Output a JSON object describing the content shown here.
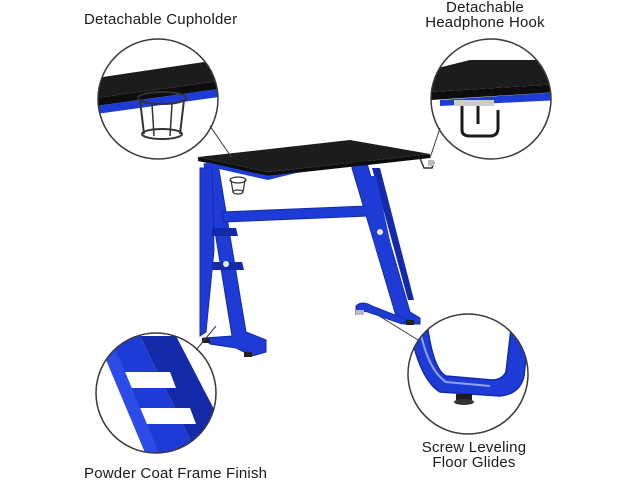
{
  "callouts": {
    "cupholder": {
      "line1": "Detachable Cupholder"
    },
    "hook": {
      "line1": "Detachable",
      "line2": "Headphone Hook"
    },
    "frame": {
      "line1": "Powder Coat Frame Finish"
    },
    "glides": {
      "line1": "Screw Leveling",
      "line2": "Floor Glides"
    }
  },
  "colors": {
    "frame_blue": "#1f3bd6",
    "frame_blue_dark": "#142aa8",
    "desktop_black": "#1c1c1c",
    "circle_outline": "#3a3a3a"
  }
}
